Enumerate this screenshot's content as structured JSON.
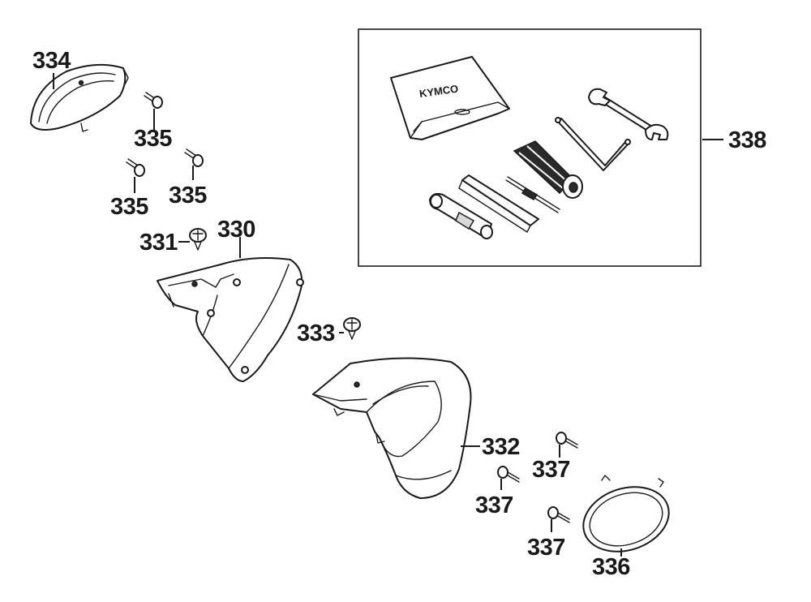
{
  "diagram": {
    "labels": {
      "p330": "330",
      "p331": "331",
      "p332": "332",
      "p333": "333",
      "p334": "334",
      "p335a": "335",
      "p335b": "335",
      "p335c": "335",
      "p336": "336",
      "p337a": "337",
      "p337b": "337",
      "p337c": "337",
      "p338": "338"
    },
    "toolkit": {
      "pouch_brand": "KYMCO"
    }
  }
}
